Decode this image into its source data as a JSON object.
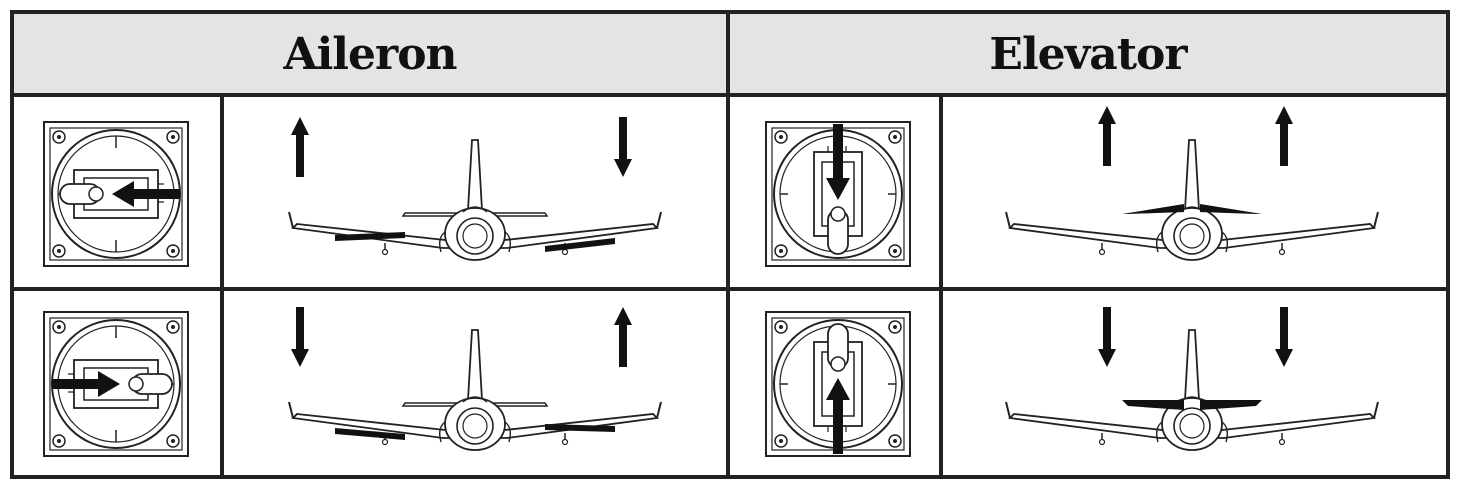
{
  "sections": [
    {
      "id": "aileron",
      "title": "Aileron"
    },
    {
      "id": "elevator",
      "title": "Elevator"
    }
  ],
  "diagrams": {
    "aileron_row1": {
      "stick": "left",
      "left_arrow": "up",
      "right_arrow": "down",
      "left_aileron": "up",
      "right_aileron": "down"
    },
    "aileron_row2": {
      "stick": "right",
      "left_arrow": "down",
      "right_arrow": "up",
      "left_aileron": "down",
      "right_aileron": "up"
    },
    "elevator_row1": {
      "stick": "down",
      "left_arrow": "up",
      "right_arrow": "up",
      "elevator": "up"
    },
    "elevator_row2": {
      "stick": "up",
      "left_arrow": "down",
      "right_arrow": "down",
      "elevator": "down"
    }
  },
  "colors": {
    "border": "#222222",
    "header_fill": "#e4e4e4",
    "surface_fill": "#111111"
  }
}
